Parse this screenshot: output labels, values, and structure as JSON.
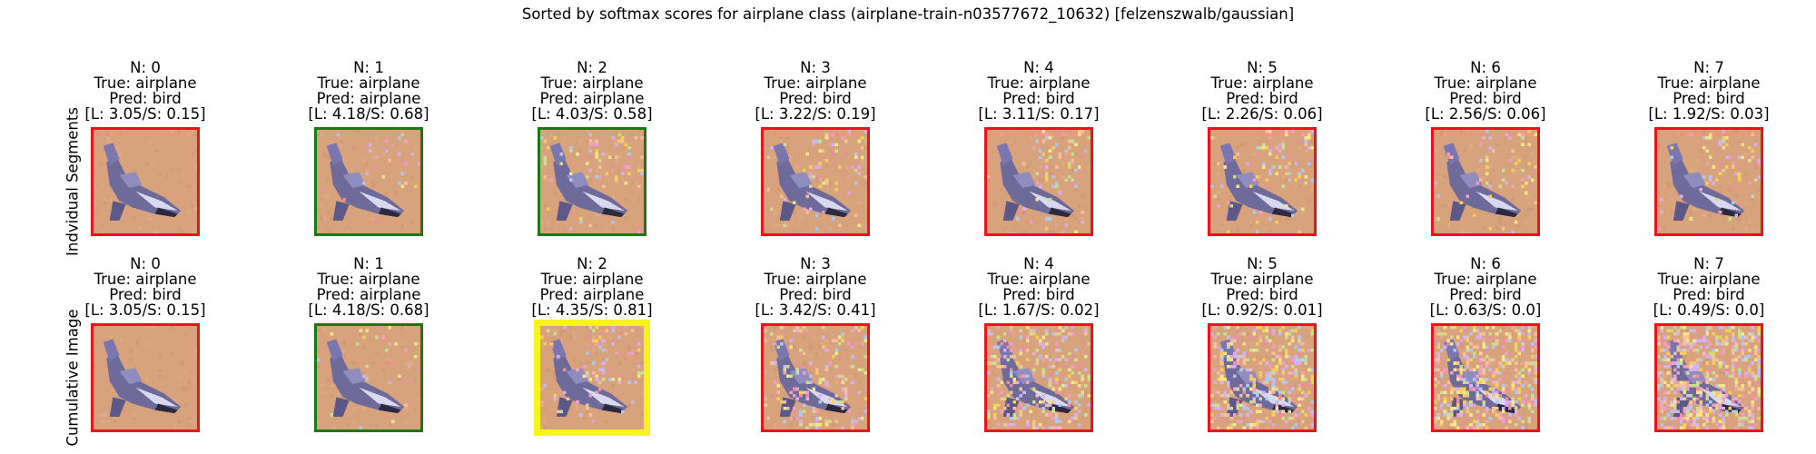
{
  "suptitle": "Sorted by softmax scores for airplane class (airplane-train-n03577672_10632) [felzenszwalb/gaussian]",
  "colors": {
    "red": "#e8141a",
    "green": "#1a7a12",
    "yellow": "#f7f31e",
    "sky": "#d8a27c",
    "plane": "#6e6a9a"
  },
  "chart_data": {
    "type": "image-grid",
    "rows": [
      {
        "label": "Indvidual Segments",
        "panels": [
          {
            "n": "N: 0",
            "true": "True: airplane",
            "pred": "Pred: bird",
            "score": "[L: 3.05/S: 0.15]",
            "L": 3.05,
            "S": 0.15,
            "border": "red",
            "noise": 0.0
          },
          {
            "n": "N: 1",
            "true": "True: airplane",
            "pred": "Pred: airplane",
            "score": "[L: 4.18/S: 0.68]",
            "L": 4.18,
            "S": 0.68,
            "border": "green",
            "noise": 0.03
          },
          {
            "n": "N: 2",
            "true": "True: airplane",
            "pred": "Pred: airplane",
            "score": "[L: 4.03/S: 0.58]",
            "L": 4.03,
            "S": 0.58,
            "border": "green",
            "noise": 0.08
          },
          {
            "n": "N: 3",
            "true": "True: airplane",
            "pred": "Pred: bird",
            "score": "[L: 3.22/S: 0.19]",
            "L": 3.22,
            "S": 0.19,
            "border": "red",
            "noise": 0.08
          },
          {
            "n": "N: 4",
            "true": "True: airplane",
            "pred": "Pred: bird",
            "score": "[L: 3.11/S: 0.17]",
            "L": 3.11,
            "S": 0.17,
            "border": "red",
            "noise": 0.08
          },
          {
            "n": "N: 5",
            "true": "True: airplane",
            "pred": "Pred: bird",
            "score": "[L: 2.26/S: 0.06]",
            "L": 2.26,
            "S": 0.06,
            "border": "red",
            "noise": 0.1
          },
          {
            "n": "N: 6",
            "true": "True: airplane",
            "pred": "Pred: bird",
            "score": "[L: 2.56/S: 0.06]",
            "L": 2.56,
            "S": 0.06,
            "border": "red",
            "noise": 0.06
          },
          {
            "n": "N: 7",
            "true": "True: airplane",
            "pred": "Pred: bird",
            "score": "[L: 1.92/S: 0.03]",
            "L": 1.92,
            "S": 0.03,
            "border": "red",
            "noise": 0.08
          }
        ]
      },
      {
        "label": "Cumulative Image",
        "panels": [
          {
            "n": "N: 0",
            "true": "True: airplane",
            "pred": "Pred: bird",
            "score": "[L: 3.05/S: 0.15]",
            "L": 3.05,
            "S": 0.15,
            "border": "red",
            "noise": 0.0
          },
          {
            "n": "N: 1",
            "true": "True: airplane",
            "pred": "Pred: airplane",
            "score": "[L: 4.18/S: 0.68]",
            "L": 4.18,
            "S": 0.68,
            "border": "green",
            "noise": 0.03
          },
          {
            "n": "N: 2",
            "true": "True: airplane",
            "pred": "Pred: airplane",
            "score": "[L: 4.35/S: 0.81]",
            "L": 4.35,
            "S": 0.81,
            "border": "yellow",
            "noise": 0.1
          },
          {
            "n": "N: 3",
            "true": "True: airplane",
            "pred": "Pred: bird",
            "score": "[L: 3.42/S: 0.41]",
            "L": 3.42,
            "S": 0.41,
            "border": "red",
            "noise": 0.18
          },
          {
            "n": "N: 4",
            "true": "True: airplane",
            "pred": "Pred: bird",
            "score": "[L: 1.67/S: 0.02]",
            "L": 1.67,
            "S": 0.02,
            "border": "red",
            "noise": 0.28
          },
          {
            "n": "N: 5",
            "true": "True: airplane",
            "pred": "Pred: bird",
            "score": "[L: 0.92/S: 0.01]",
            "L": 0.92,
            "S": 0.01,
            "border": "red",
            "noise": 0.4
          },
          {
            "n": "N: 6",
            "true": "True: airplane",
            "pred": "Pred: bird",
            "score": "[L: 0.63/S: 0.0]",
            "L": 0.63,
            "S": 0.0,
            "border": "red",
            "noise": 0.5
          },
          {
            "n": "N: 7",
            "true": "True: airplane",
            "pred": "Pred: bird",
            "score": "[L: 0.49/S: 0.0]",
            "L": 0.49,
            "S": 0.0,
            "border": "red",
            "noise": 0.6
          }
        ]
      }
    ]
  }
}
